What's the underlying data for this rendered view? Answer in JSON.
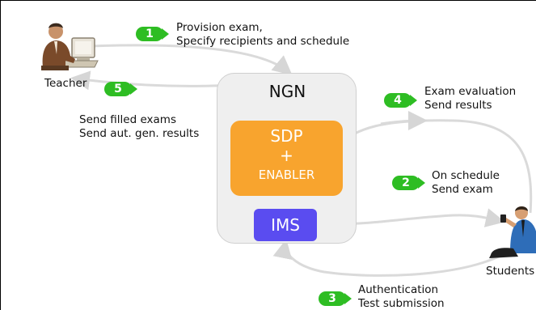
{
  "actors": {
    "teacher_label": "Teacher",
    "students_label": "Students"
  },
  "platform": {
    "ngn_label": "NGN",
    "sdp_line1": "SDP",
    "sdp_line2": "+",
    "sdp_line3": "ENABLER",
    "ims_label": "IMS"
  },
  "steps": [
    {
      "number": "1",
      "line1": "Provision exam,",
      "line2": "Specify recipients and schedule"
    },
    {
      "number": "2",
      "line1": "On schedule",
      "line2": "Send exam"
    },
    {
      "number": "3",
      "line1": "Authentication",
      "line2": "Test submission"
    },
    {
      "number": "4",
      "line1": "Exam evaluation",
      "line2": "Send results"
    },
    {
      "number": "5",
      "line1": "Send filled exams",
      "line2": "Send aut. gen. results"
    }
  ],
  "colors": {
    "step_badge": "#2ebd23",
    "sdp_box": "#f8a42e",
    "ims_box": "#5a4cf0",
    "ngn_box": "#efefef",
    "flow_arrows": "#d9d9d9"
  },
  "icons": {
    "teacher": "teacher-at-computer-icon",
    "students": "student-with-phone-icon"
  }
}
